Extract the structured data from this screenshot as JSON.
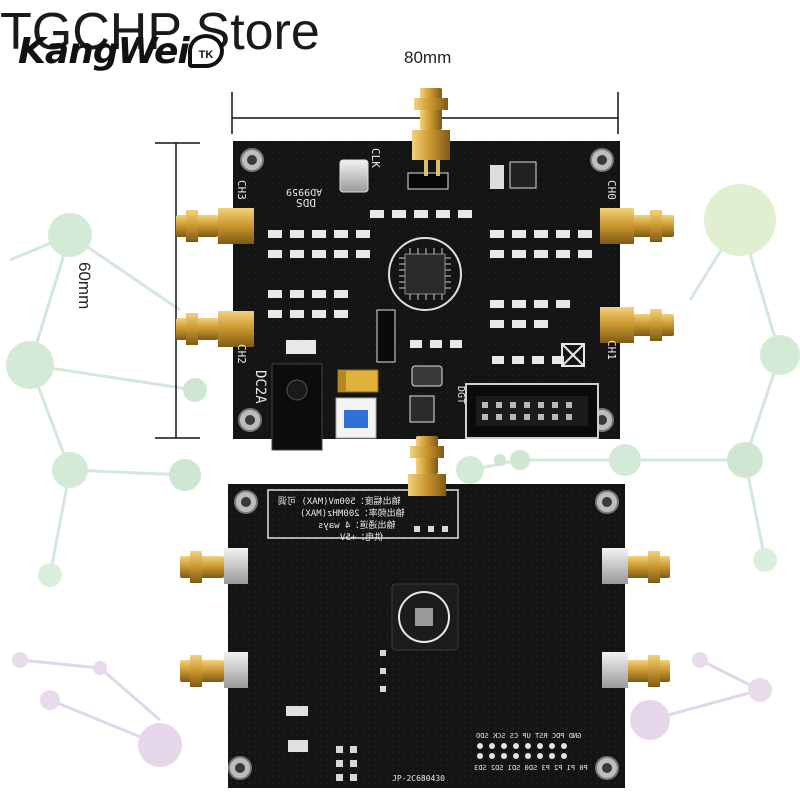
{
  "watermark": {
    "store_text": "TGCHP Store",
    "logo_text": "KangWei",
    "logo_badge": "TK"
  },
  "dimensions": {
    "width_label": "80mm",
    "height_label": "60mm"
  },
  "front_board": {
    "silk_top_left": "DDS",
    "silk_chip": "AD9959",
    "silk_clk": "CLK",
    "silk_ch3": "CH3",
    "silk_ch2": "CH2",
    "silk_ch0": "CH0",
    "silk_ch1": "CH1",
    "silk_dc": "DC2A",
    "silk_dgt": "DGT"
  },
  "back_board": {
    "spec_line1": "输出幅度：500mV(MAX) 可调",
    "spec_line2": "输出频率：200MHz(MAX)",
    "spec_line3": "输出通道：4 ways",
    "spec_line4": "供电：+5V",
    "pin_row_top": "GND PDC RST UP CS SCK SDO",
    "pin_row_bottom": "P0 P1 P2 P3 SD0 SD1 SD2 SD3",
    "part_no": "JP-2C680430"
  },
  "colors": {
    "pcb": "#121212",
    "gold": "#c9a23a",
    "network_green": "#b5d9bc",
    "network_purple": "#d7c4dc"
  }
}
